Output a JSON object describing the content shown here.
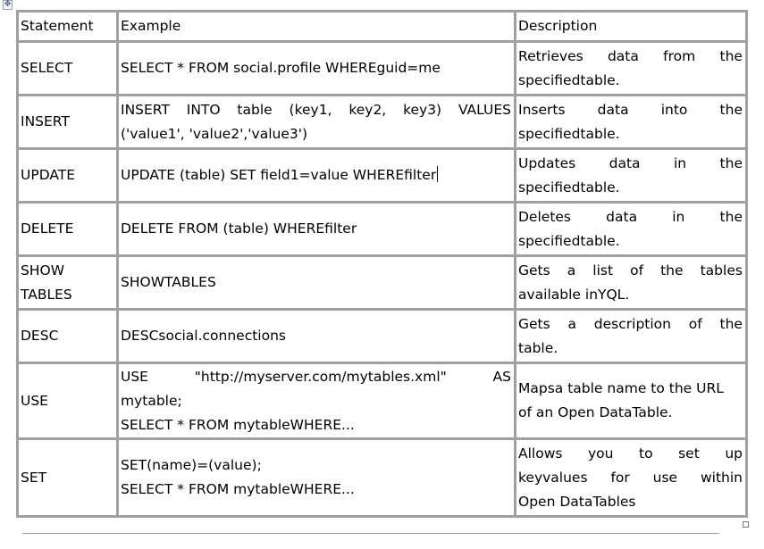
{
  "header": {
    "statement": "Statement",
    "example": "Example",
    "description": "Description"
  },
  "rows": [
    {
      "statement": "SELECT",
      "example": [
        "SELECT * FROM social.profile WHEREguid=me"
      ],
      "description": [
        "Retrieves data from the",
        "specifiedtable."
      ]
    },
    {
      "statement": "INSERT",
      "example": [
        "INSERT INTO table (key1, key2, key3) VALUES",
        "('value1', 'value2','value3')"
      ],
      "description": [
        "Inserts data into the",
        "specifiedtable."
      ]
    },
    {
      "statement": "UPDATE",
      "example": [
        "UPDATE (table) SET field1=value WHEREfilter"
      ],
      "description": [
        "Updates data in the",
        "specifiedtable."
      ]
    },
    {
      "statement": "DELETE",
      "example": [
        "DELETE FROM (table) WHEREfilter"
      ],
      "description": [
        "Deletes data in the",
        "specifiedtable."
      ]
    },
    {
      "statement": [
        "SHOW",
        "TABLES"
      ],
      "example": [
        "SHOWTABLES"
      ],
      "description": [
        "Gets a list of the tables",
        "available inYQL."
      ]
    },
    {
      "statement": "DESC",
      "example": [
        "DESCsocial.connections"
      ],
      "description": [
        "Gets a description of the",
        "table."
      ]
    },
    {
      "statement": "USE",
      "example": [
        "USE \"http://myserver.com/mytables.xml\" AS",
        "mytable;",
        "SELECT * FROM mytableWHERE..."
      ],
      "description": [
        "Mapsa table name to the URL",
        "of an Open DataTable."
      ]
    },
    {
      "statement": "SET",
      "example": [
        "SET(name)=(value);",
        "SELECT * FROM mytableWHERE..."
      ],
      "description": [
        "Allows you to set up",
        "keyvalues for use within",
        "Open DataTables"
      ]
    }
  ]
}
